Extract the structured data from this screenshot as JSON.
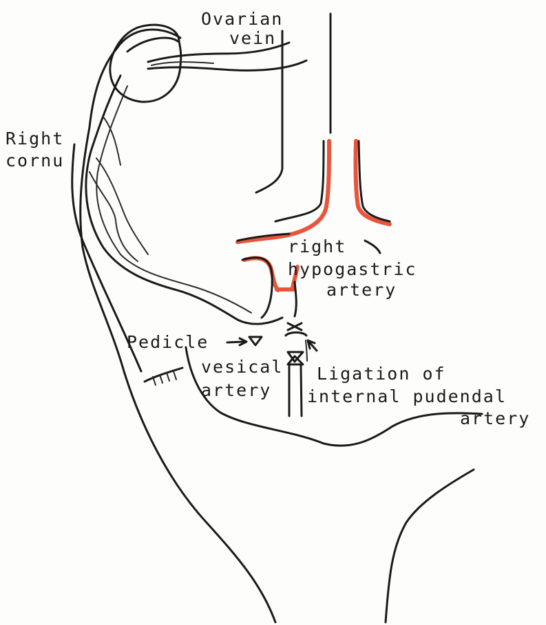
{
  "labels": {
    "ovarian_vein_line1": "Ovarian",
    "ovarian_vein_line2": "vein",
    "right_cornu_line1": "Right",
    "right_cornu_line2": "cornu",
    "hypogastric_line1": "right",
    "hypogastric_line2": "hypogastric",
    "hypogastric_line3": "artery",
    "pedicle": "Pedicle",
    "vesical_line1": "vesical",
    "vesical_line2": "artery",
    "ligation_line1": "Ligation of",
    "ligation_line2": "internal pudendal",
    "ligation_line3": "artery"
  },
  "colors": {
    "ink": "#1a1a1a",
    "highlight": "#e8553a",
    "background": "#fdfdfb"
  }
}
